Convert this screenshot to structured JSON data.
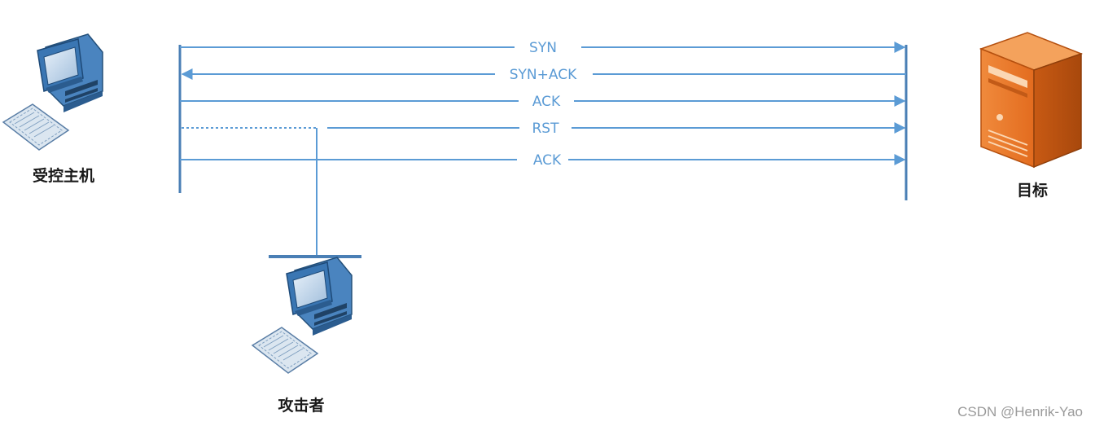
{
  "nodes": {
    "controlled_host": {
      "label": "受控主机",
      "icon": "desktop-computer-icon"
    },
    "target": {
      "label": "目标",
      "icon": "server-tower-icon"
    },
    "attacker": {
      "label": "攻击者",
      "icon": "desktop-computer-icon"
    }
  },
  "messages": [
    {
      "label": "SYN",
      "direction": "to-target"
    },
    {
      "label": "SYN+ACK",
      "direction": "to-host"
    },
    {
      "label": "ACK",
      "direction": "to-target"
    },
    {
      "label": "RST",
      "direction": "to-target",
      "origin": "attacker",
      "spoofed_segment": "dashed"
    },
    {
      "label": "ACK",
      "direction": "to-target"
    }
  ],
  "colors": {
    "line": "#5b9bd5",
    "bus": "#4a7fb5",
    "server": "#e36c1f",
    "monitor": "#2e6da4"
  },
  "watermark": "CSDN @Henrik-Yao"
}
